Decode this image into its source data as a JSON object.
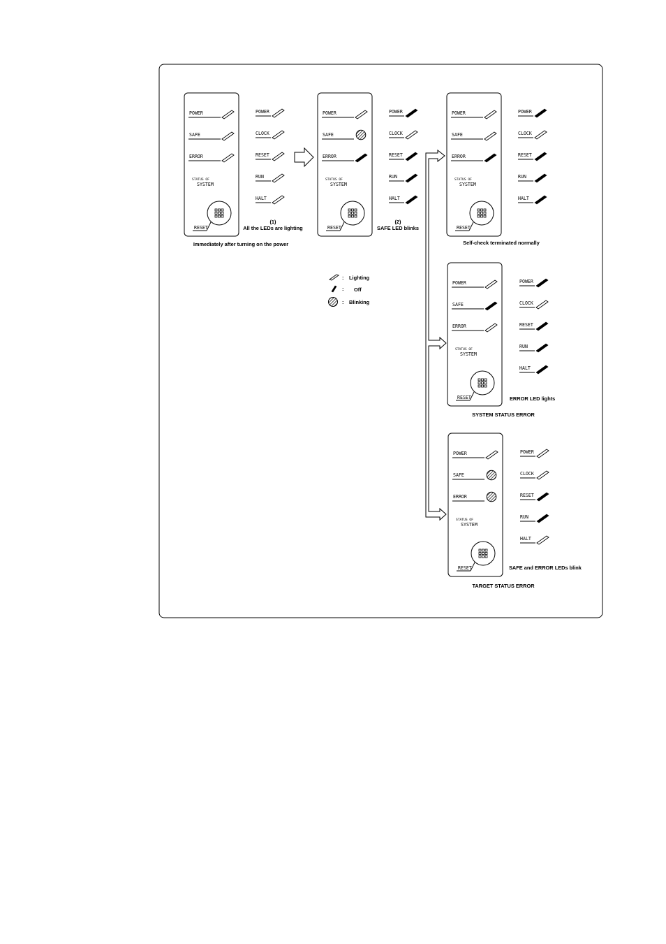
{
  "legend": {
    "lighting": "Lighting",
    "off": "Off",
    "blinking": "Blinking",
    "separator": ":"
  },
  "panel_labels": {
    "power": "POWER",
    "safe": "SAFE",
    "error": "ERROR",
    "status_of": "STATUS OF",
    "system": "SYSTEM",
    "reset": "RESET"
  },
  "indicator_labels": [
    "POWER",
    "CLOCK",
    "RESET",
    "RUN",
    "HALT"
  ],
  "states": [
    {
      "id": "power-on",
      "panel_leds": [
        "lighting",
        "lighting",
        "lighting"
      ],
      "indicators": [
        "lighting",
        "lighting",
        "lighting",
        "lighting",
        "lighting"
      ],
      "step_number": "(1)",
      "side_caption": "All the LEDs are lighting",
      "caption": "Immediately after turning on the power"
    },
    {
      "id": "safe-blinks",
      "panel_leds": [
        "lighting",
        "blinking",
        "off"
      ],
      "indicators": [
        "off",
        "lighting",
        "off",
        "off",
        "off"
      ],
      "step_number": "(2)",
      "side_caption": "SAFE LED blinks",
      "caption": ""
    },
    {
      "id": "self-check-ok",
      "panel_leds": [
        "lighting",
        "lighting",
        "off"
      ],
      "indicators": [
        "off",
        "lighting",
        "off",
        "off",
        "off"
      ],
      "step_number": "",
      "side_caption": "",
      "caption": "Self-check terminated normally"
    },
    {
      "id": "system-status-error",
      "panel_leds": [
        "lighting",
        "off",
        "lighting"
      ],
      "indicators": [
        "off",
        "lighting",
        "off",
        "off",
        "off"
      ],
      "step_number": "",
      "side_caption": "ERROR LED lights",
      "caption": "SYSTEM STATUS ERROR"
    },
    {
      "id": "target-status-error",
      "panel_leds": [
        "lighting",
        "blinking",
        "blinking"
      ],
      "indicators": [
        "lighting",
        "lighting",
        "off",
        "off",
        "lighting"
      ],
      "step_number": "",
      "side_caption": "SAFE and ERROR LEDs blink",
      "caption": "TARGET STATUS ERROR"
    }
  ]
}
